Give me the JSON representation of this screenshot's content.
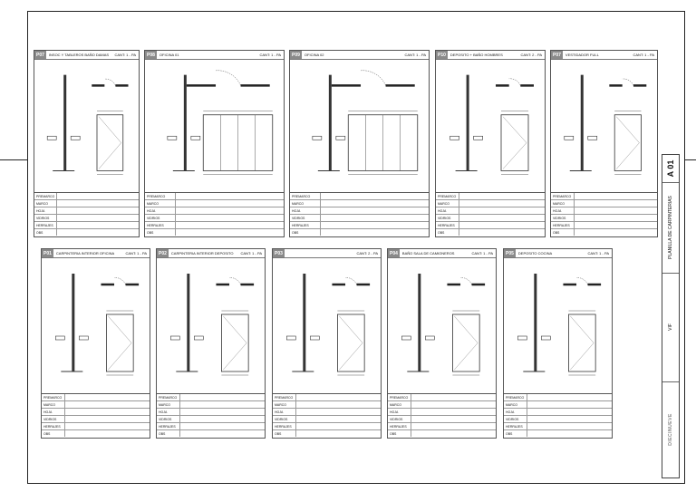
{
  "sheet": {
    "number": "A 01",
    "title": "PLANILLA DE CARPINTERIAS",
    "subtitle": "VIF",
    "brand": "DIECINUEVE"
  },
  "cards": [
    {
      "code": "P07",
      "title": "INSOC Y TABLEROS BAÑO DAMAS",
      "qty": "CANT: 1 - PA",
      "specs": [
        "",
        "",
        " ",
        "",
        "",
        " "
      ],
      "spec_labels": [
        "PREMARCO",
        "MARCO",
        "HOJA",
        "VIDRIOS",
        "HERRAJES",
        "OBS"
      ]
    },
    {
      "code": "P08",
      "title": "OFICINA 01",
      "qty": "CANT: 1 - PA",
      "spec_labels": [
        "PREMARCO",
        "MARCO",
        "HOJA",
        "VIDRIOS",
        "HERRAJES",
        "OBS"
      ]
    },
    {
      "code": "P09",
      "title": "OFICINA 02",
      "qty": "CANT: 1 - PA",
      "spec_labels": [
        "PREMARCO",
        "MARCO",
        "HOJA",
        "VIDRIOS",
        "HERRAJES",
        "OBS"
      ]
    },
    {
      "code": "P10",
      "title": "DEPOSITO + BAÑO HOMBRES",
      "qty": "CANT: 2 - PA",
      "spec_labels": [
        "PREMARCO",
        "MARCO",
        "HOJA",
        "VIDRIOS",
        "HERRAJES",
        "OBS"
      ]
    },
    {
      "code": "P07",
      "title": "VESTIDADOR FULL",
      "qty": "CANT: 1 - PA",
      "spec_labels": [
        "PREMARCO",
        "MARCO",
        "HOJA",
        "VIDRIOS",
        "HERRAJES",
        "OBS"
      ]
    },
    {
      "code": "P01",
      "title": "CARPINTERIA INTERIOR OFICINA",
      "qty": "CANT: 1 - PA",
      "spec_labels": [
        "PREMARCO",
        "MARCO",
        "HOJA",
        "VIDRIOS",
        "HERRAJES",
        "OBS"
      ]
    },
    {
      "code": "P02",
      "title": "CARPINTERIA INTERIOR DEPOSITO",
      "qty": "CANT: 1 - PA",
      "spec_labels": [
        "PREMARCO",
        "MARCO",
        "HOJA",
        "VIDRIOS",
        "HERRAJES",
        "OBS"
      ]
    },
    {
      "code": "P03",
      "title": "",
      "qty": "CANT: 2 - PA",
      "spec_labels": [
        "PREMARCO",
        "MARCO",
        "HOJA",
        "VIDRIOS",
        "HERRAJES",
        "OBS"
      ]
    },
    {
      "code": "P04",
      "title": "BAÑO SALA DE CAMIONEROS",
      "qty": "CANT: 1 - PA",
      "spec_labels": [
        "PREMARCO",
        "MARCO",
        "HOJA",
        "VIDRIOS",
        "HERRAJES",
        "OBS"
      ]
    },
    {
      "code": "P05",
      "title": "DEPOSITO COCINA",
      "qty": "CANT: 1 - PA",
      "spec_labels": [
        "PREMARCO",
        "MARCO",
        "HOJA",
        "VIDRIOS",
        "HERRAJES",
        "OBS"
      ]
    }
  ]
}
